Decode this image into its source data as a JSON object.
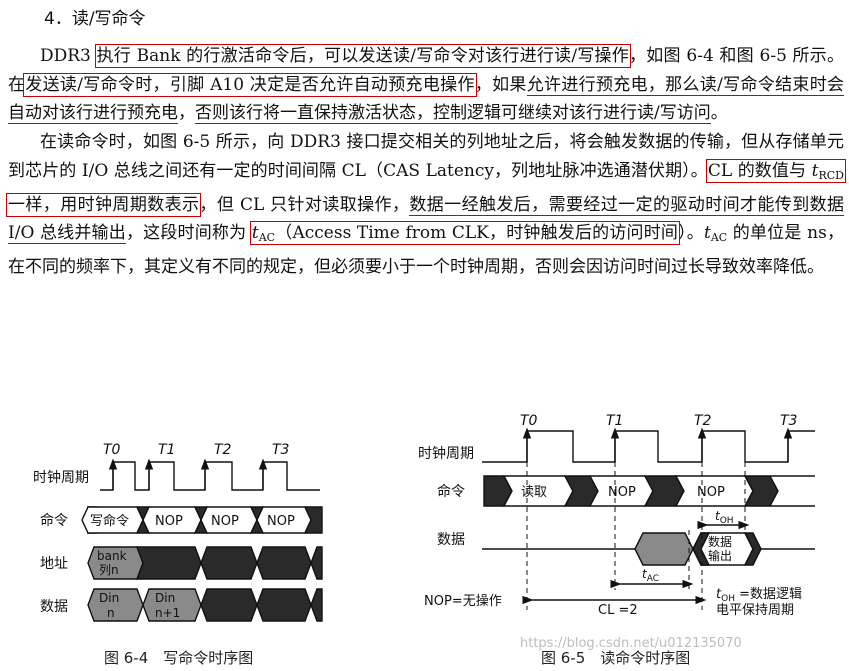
{
  "heading": "4．读/写命令",
  "para1": {
    "s1_pre": "DDR3 ",
    "s1_box": "执行 Bank 的行激活命令后，可以发送读/写命令对该行进行读/写操作",
    "s1_post": "，如图 6-4 和图 6-5 所示。在",
    "s2_box": "发送读/写命令时，引脚 A10 决定是否允许自动预充电操作",
    "s2_post": "，如果",
    "s3_ul": "允许进行预充电，那么读/写命令结束时会自动对该行进行预充电",
    "s3_post": "，",
    "s4_ul": "否则该行将一直保持激活状态，控制逻辑可继续对该行进行读/写访问",
    "s4_post": "。"
  },
  "para2": {
    "s1": "在读命令时，如图 6-5 所示，向 DDR3 接口提交相关的列地址之后，将会触发数据的传输，但从存储单元到芯片的 I/O 总线之间还有一定的时间间隔 CL（CAS Latency，列地址脉冲选通潜伏期）。",
    "s2_box_a": "CL 的数值与 ",
    "s2_t": "t",
    "s2_sub": "RCD",
    "s2_box_b": " 一样，用时钟周期数表示",
    "s3": "，但 CL 只针对读取操作，",
    "s4_ul": "数据一经触发后，需要经过一定的驱动时间才能传到数据 I/O 总线并输出",
    "s5": "，这段时间称为 ",
    "s6_t": "t",
    "s6_sub": "AC",
    "s6_box": "（Access Time from CLK，时钟触发后的访问时间",
    "s7": "）。",
    "s8_t": "t",
    "s8_sub": "AC",
    "s9": " 的单位是 ns，在不同的频率下，其定义有不同的规定，但必须要小于一个时钟周期，否则会因访问时间过长导致效率降低。"
  },
  "fig4": {
    "ticks": [
      "T0",
      "T1",
      "T2",
      "T3"
    ],
    "row_clock": "时钟周期",
    "row_cmd": "命令",
    "row_addr": "地址",
    "row_data": "数据",
    "cmd_write": "写命令",
    "cmd_nop1": "NOP",
    "cmd_nop2": "NOP",
    "cmd_nop3": "NOP",
    "addr_l1": "bank",
    "addr_l2": "列n",
    "data1_l1": "Din",
    "data1_l2": "n",
    "data2_l1": "Din",
    "data2_l2": "n+1",
    "caption": "图 6-4　写命令时序图"
  },
  "fig5": {
    "ticks": [
      "T0",
      "T1",
      "T2",
      "T3"
    ],
    "row_clock": "时钟周期",
    "row_cmd": "命令",
    "row_data": "数据",
    "cmd_read": "读取",
    "cmd_nop1": "NOP",
    "cmd_nop2": "NOP",
    "toh_t": "t",
    "toh_sub": "OH",
    "data_l1": "数据",
    "data_l2": "输出",
    "tac_t": "t",
    "tac_sub": "AC",
    "cl_label": "CL =2",
    "nop_def": "NOP=无操作",
    "toh_def_t": "t",
    "toh_def_sub": "OH",
    "toh_def_l1": " =数据逻辑",
    "toh_def_l2": "电平保持周期",
    "caption": "图 6-5　读命令时序图"
  },
  "watermark": "https://blog.csdn.net/u012135070",
  "colors": {
    "highlight": "#cc0000",
    "shade": "#8a8a8a",
    "dark": "#2a2a2a"
  }
}
